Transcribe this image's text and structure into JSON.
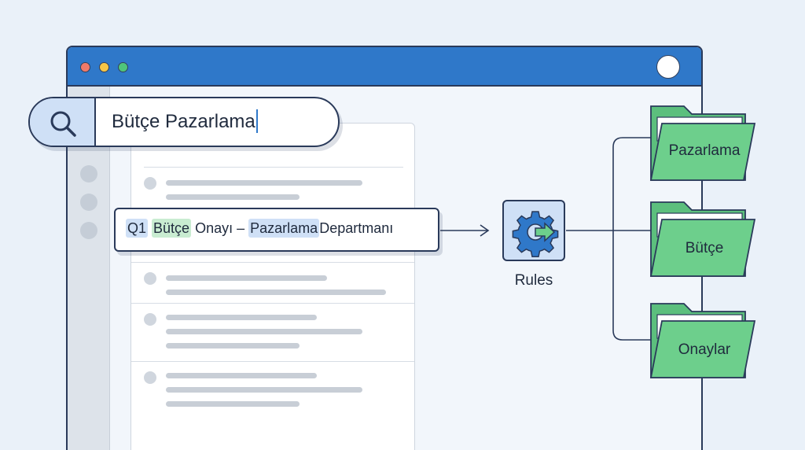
{
  "search": {
    "query": "Bütçe Pazarlama",
    "icon": "search-icon"
  },
  "email": {
    "parts": [
      "Q1",
      "Bütçe",
      "Onayı",
      "–",
      "Pazarlama",
      "Departmanı"
    ]
  },
  "rules": {
    "label": "Rules",
    "icon": "gear-arrow-icon"
  },
  "folders": [
    {
      "label": "Pazarlama"
    },
    {
      "label": "Bütçe"
    },
    {
      "label": "Onaylar"
    }
  ],
  "colors": {
    "titlebar": "#2f78c9",
    "folder_green": "#6dcf8c",
    "highlight_blue": "#cfe0f6",
    "highlight_green": "#c9ecd1",
    "accent_blue": "#2f78c9"
  }
}
